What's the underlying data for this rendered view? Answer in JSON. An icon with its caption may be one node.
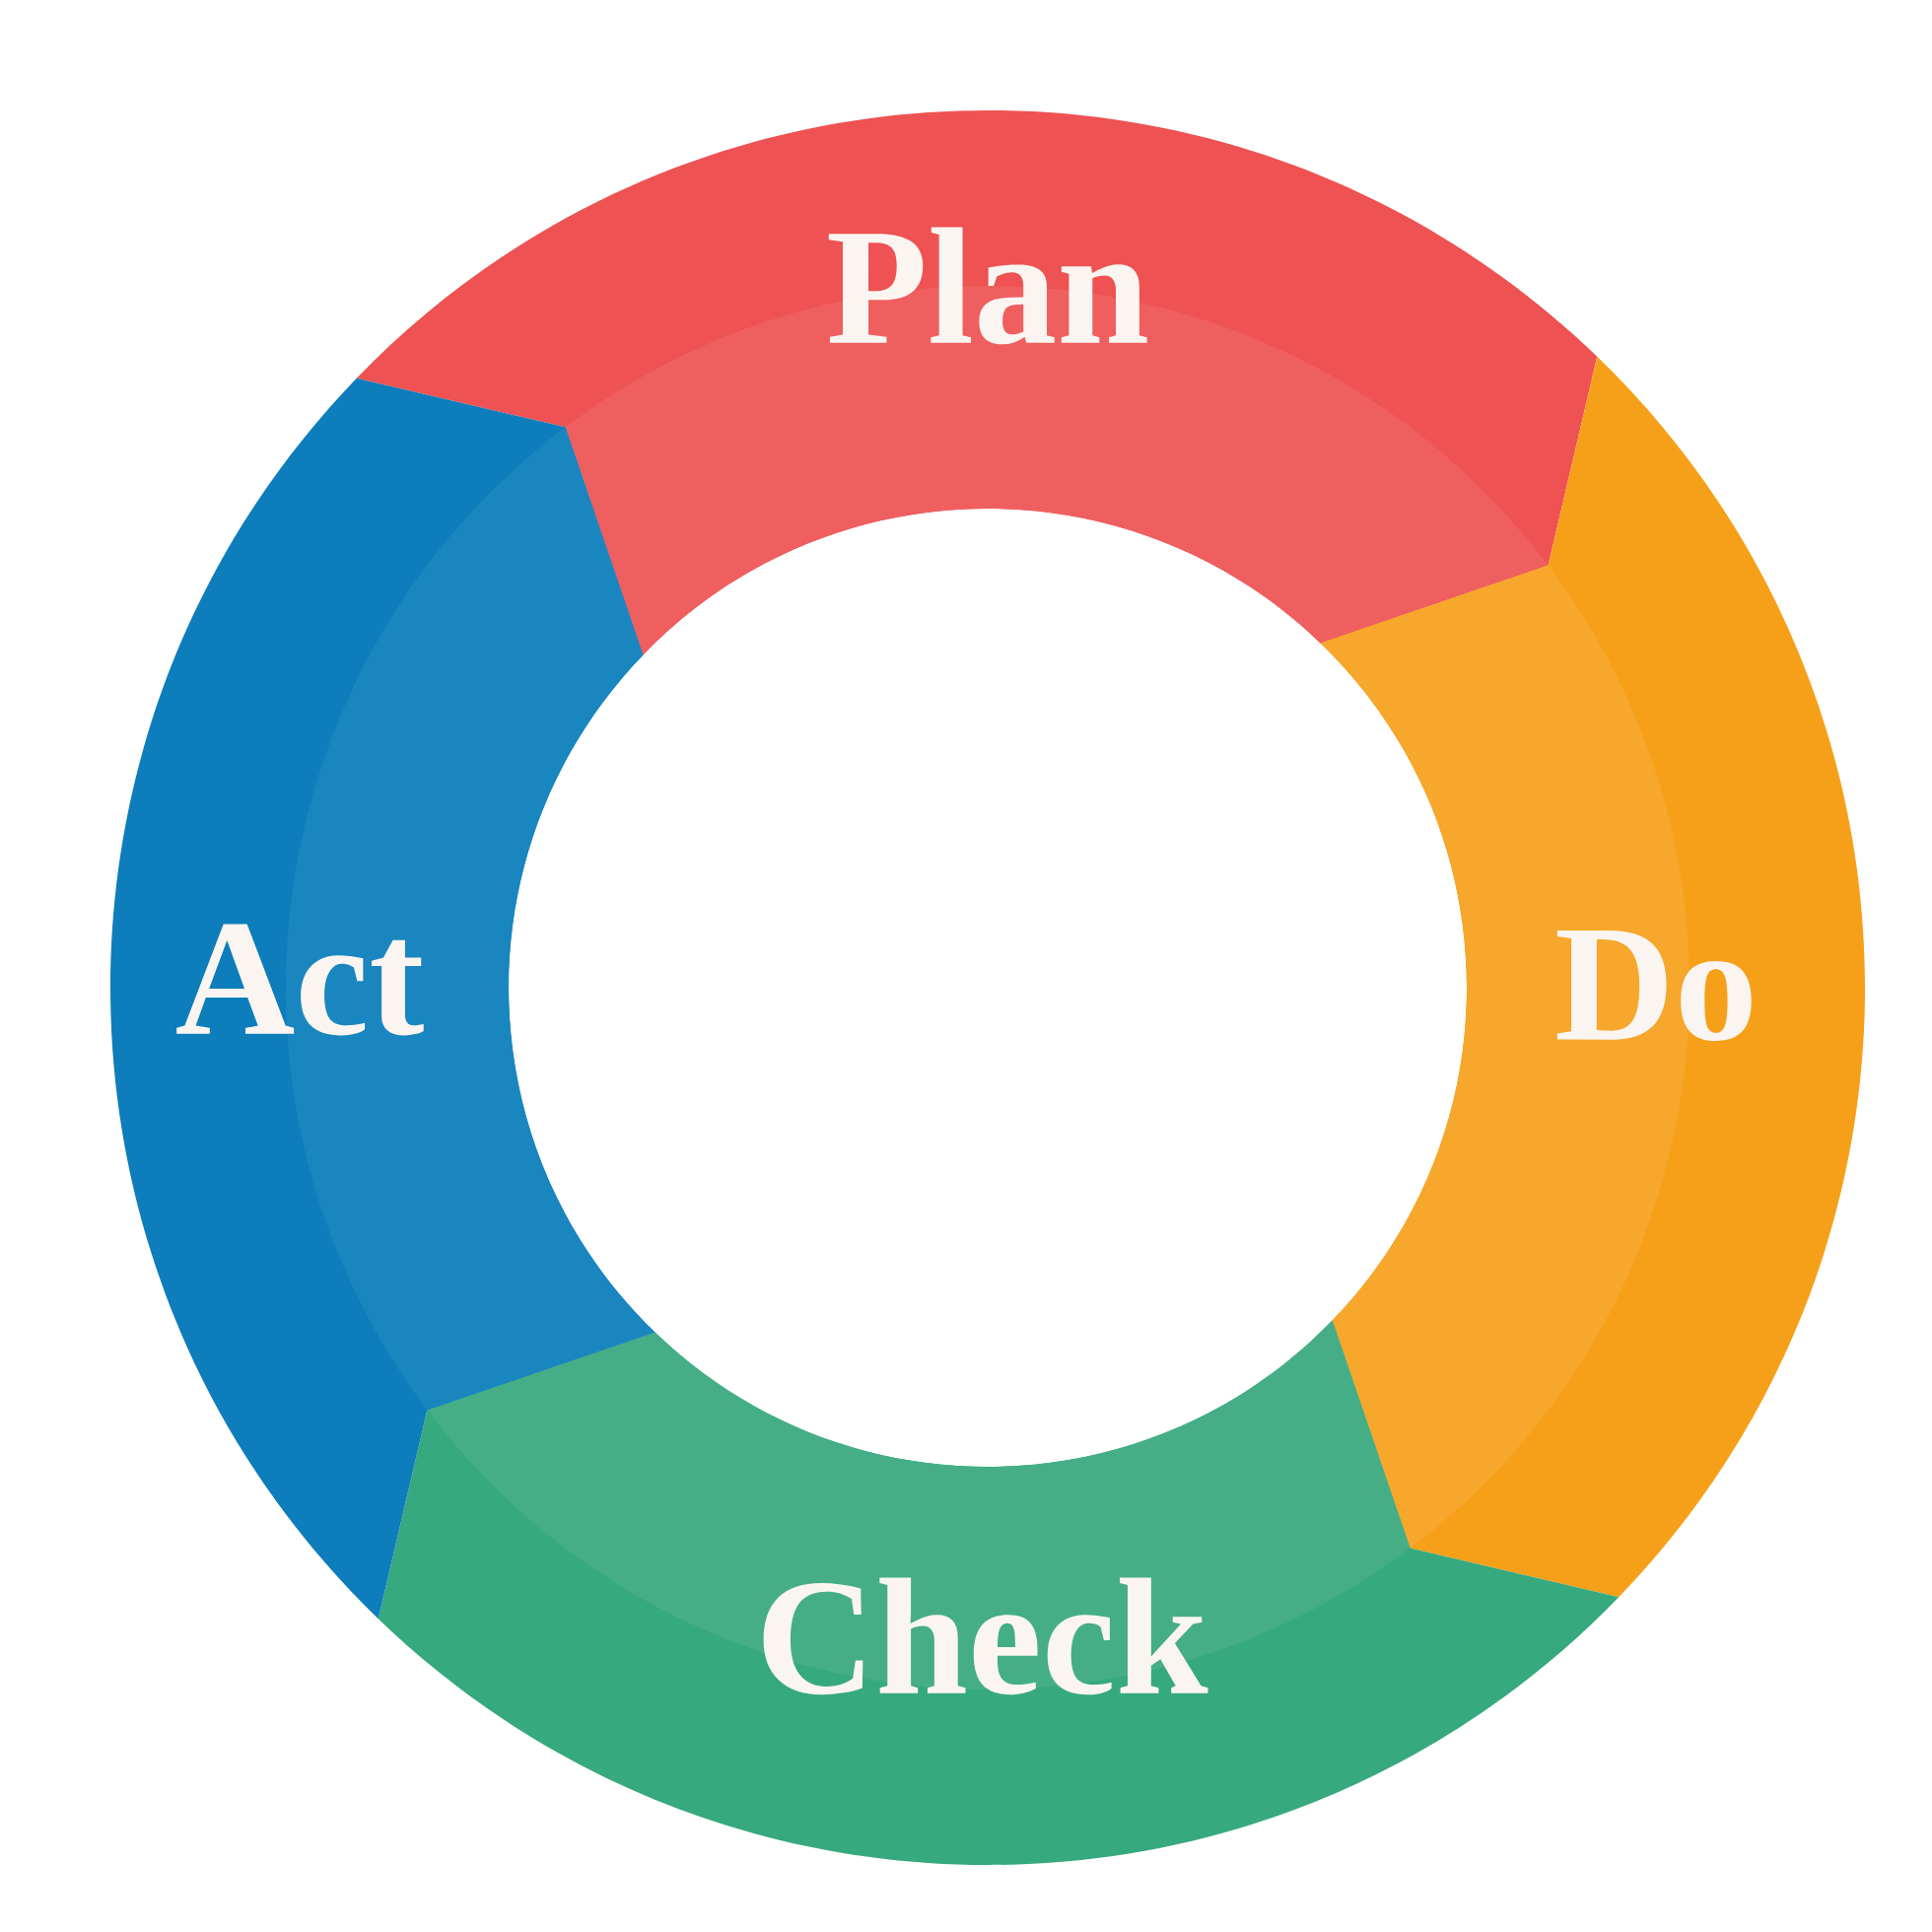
{
  "diagram": {
    "nodes": [
      {
        "text": [
          "Plan"
        ]
      },
      {
        "text": [
          "Do"
        ]
      },
      {
        "text": [
          "Check"
        ]
      },
      {
        "text": [
          "Act"
        ]
      }
    ]
  }
}
